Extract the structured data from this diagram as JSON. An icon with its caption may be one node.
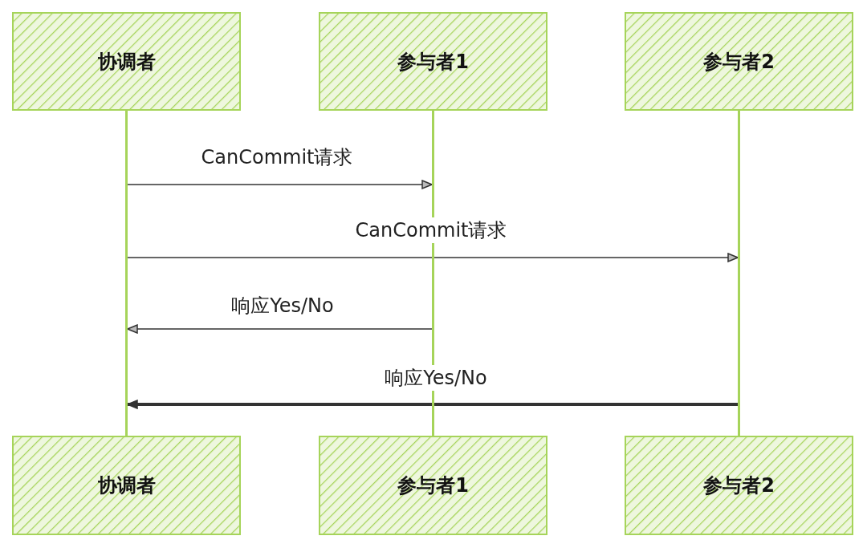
{
  "diagram": {
    "nodes": [
      {
        "text": [
          "协调者"
        ]
      },
      {
        "text": [
          "参与者1"
        ]
      },
      {
        "text": [
          "参与者2"
        ]
      },
      {
        "text": [],
        "shape": "bar"
      },
      {
        "text": [],
        "shape": "bar"
      },
      {
        "text": [],
        "shape": "bar"
      },
      {
        "text": [
          "协调者"
        ]
      },
      {
        "text": [
          "参与者1"
        ]
      },
      {
        "text": [
          "参与者2"
        ]
      }
    ],
    "edges": [
      {
        "from": 3,
        "to": 4,
        "arrow": "to",
        "label": "CanCommit请求"
      },
      {
        "from": 3,
        "to": 5,
        "arrow": "to",
        "label": "CanCommit请求"
      },
      {
        "from": 4,
        "to": 3,
        "arrow": "to",
        "label": "响应Yes/No"
      },
      {
        "from": 5,
        "to": 3,
        "arrow": "to",
        "label": "响应Yes/No",
        "style": "thick"
      }
    ]
  }
}
